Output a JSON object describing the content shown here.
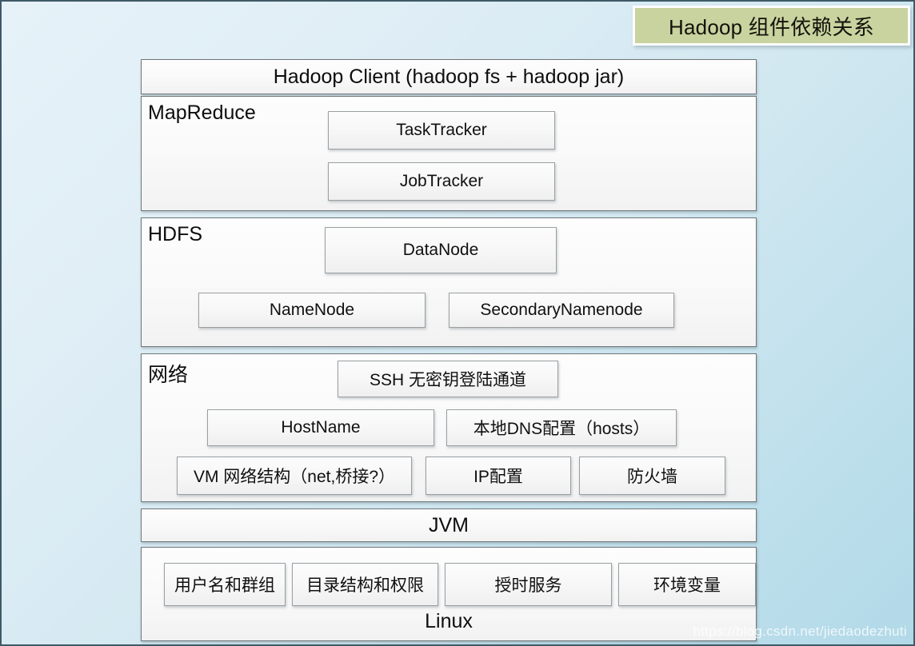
{
  "title": {
    "text": "Hadoop 组件依赖关系",
    "bg_color": "#c8d39f"
  },
  "background": {
    "color_top_left": "#e6f2f8",
    "color_bottom_right": "#b2d9e8",
    "border_color": "#3f5a66"
  },
  "layers": {
    "client": {
      "label": "Hadoop Client (hadoop fs + hadoop jar)"
    },
    "mapreduce": {
      "label": "MapReduce",
      "components": [
        {
          "label": "TaskTracker"
        },
        {
          "label": "JobTracker"
        }
      ]
    },
    "hdfs": {
      "label": "HDFS",
      "components": [
        {
          "label": "DataNode"
        },
        {
          "label": "NameNode"
        },
        {
          "label": "SecondaryNamenode"
        }
      ]
    },
    "network": {
      "label": "网络",
      "components": [
        {
          "label": "SSH 无密钥登陆通道"
        },
        {
          "label": "HostName"
        },
        {
          "label": "本地DNS配置（hosts）"
        },
        {
          "label": "VM 网络结构（net,桥接?）"
        },
        {
          "label": "IP配置"
        },
        {
          "label": "防火墙"
        }
      ]
    },
    "jvm": {
      "label": "JVM"
    },
    "linux": {
      "label": "Linux",
      "components": [
        {
          "label": "用户名和群组"
        },
        {
          "label": "目录结构和权限"
        },
        {
          "label": "授时服务"
        },
        {
          "label": "环境变量"
        }
      ]
    }
  },
  "watermark": {
    "text": "https://blog.csdn.net/jiedaodezhuti"
  }
}
